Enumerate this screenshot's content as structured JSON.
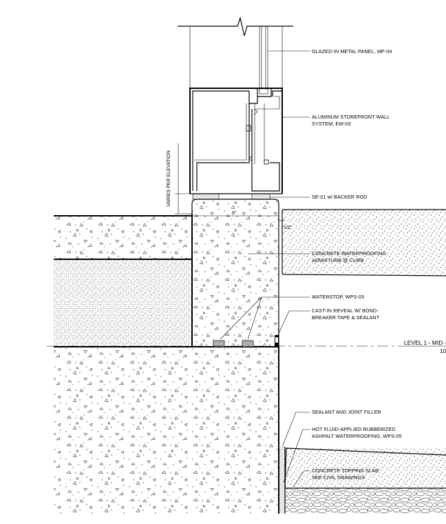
{
  "callouts": {
    "glazed_panel": "GLAZED-IN METAL PANEL, MP-04",
    "storefront_line1": "ALUMINUM STOREFRONT WALL",
    "storefront_line2": "SYSTEM, EW-03",
    "sealant_backer": "SE-01 w/ BACKER ROD",
    "waterproofing_admix_line1": "CONCRETE WATERPROOFING",
    "waterproofing_admix_line2": "ADMIXTURE @ CURB",
    "waterstop": "WATERSTOP, WPS-03",
    "reveal_line1": "CAST-IN REVEAL W/ BOND-",
    "reveal_line2": "BREAKER TAPE & SEALANT",
    "sealant_joint": "SEALANT AND JOINT FILLER",
    "hot_fluid_line1": "HOT FLUID-APPLIED RUBBERIZED",
    "hot_fluid_line2": "ASHPALT WATERPROOFING, WPS-05",
    "topping_line1": "CONCRETE TOPPING SLAB;",
    "topping_line2": "SEE CIVIL DRAWINGS"
  },
  "dimensions": {
    "vertical": "VARIES PER ELEVATION",
    "curb_width": "8\"",
    "offset": "1/2\""
  },
  "level_marker": {
    "name": "LEVEL 1 - MID -",
    "elevation": "10"
  },
  "hatch_colors": {
    "concrete": "#000000",
    "rigid_insulation": "#b8b8b8",
    "gravel": "#000000"
  }
}
